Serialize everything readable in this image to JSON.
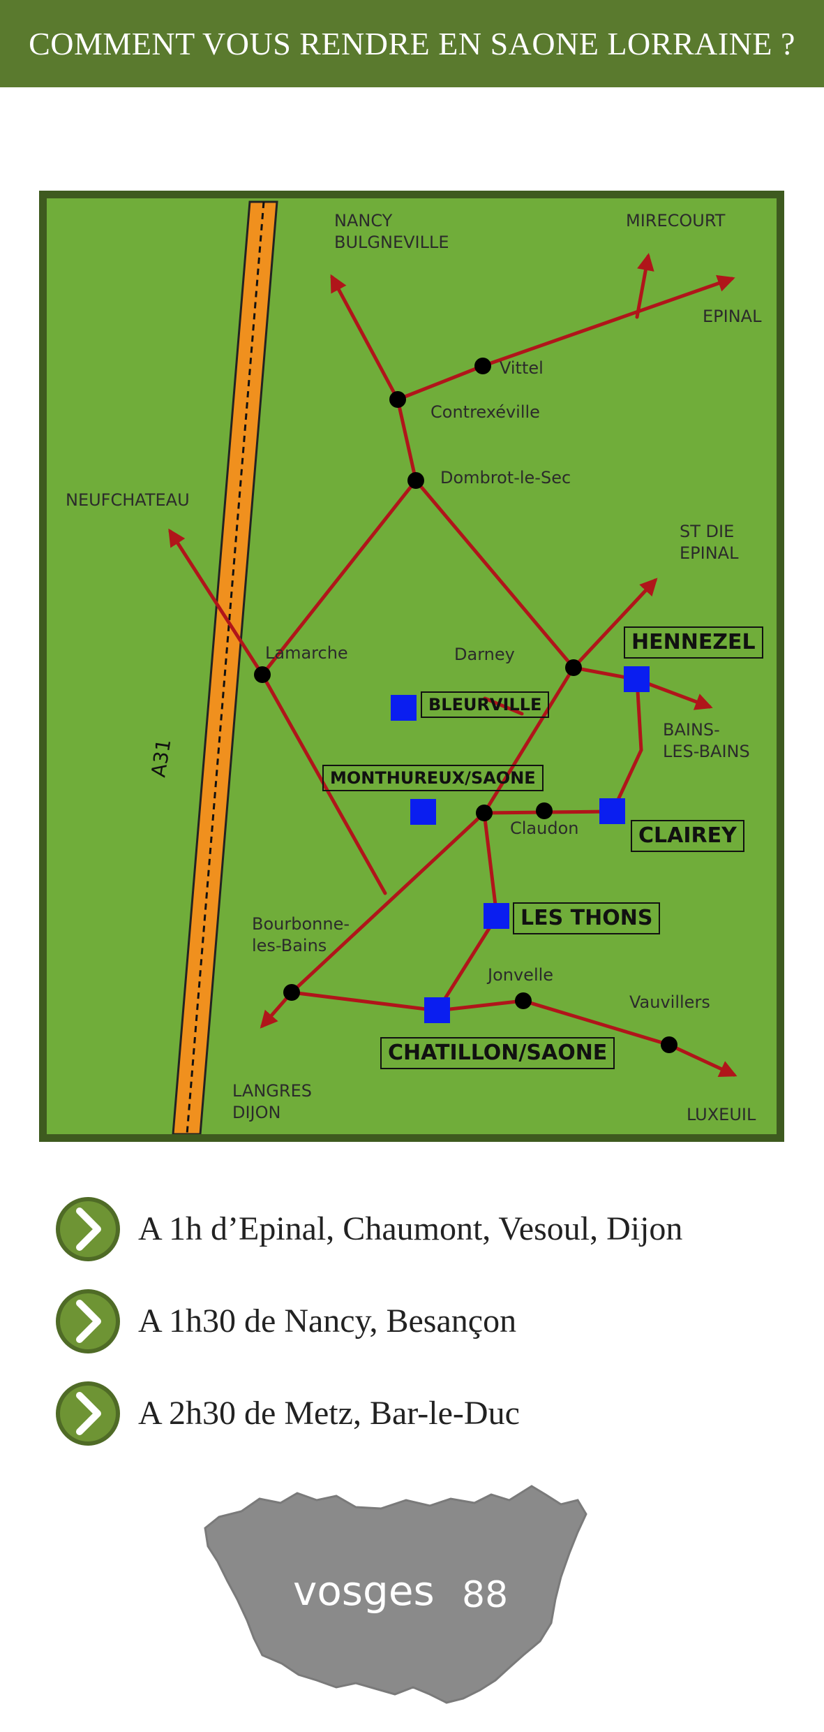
{
  "header": {
    "title": "COMMENT VOUS RENDRE EN SAONE LORRAINE ?"
  },
  "map": {
    "highway": "A31",
    "directions": {
      "nancy_bulgneville": "NANCY\nBULGNEVILLE",
      "mirecourt": "MIRECOURT",
      "epinal": "EPINAL",
      "neufchateau": "NEUFCHATEAU",
      "st_die_epinal": "ST DIE\nEPINAL",
      "bains_les_bains": "BAINS-\nLES-BAINS",
      "langres_dijon": "LANGRES\nDIJON",
      "luxeuil": "LUXEUIL"
    },
    "places": {
      "vittel": "Vittel",
      "contrexeville": "Contrexéville",
      "dombrot": "Dombrot-le-Sec",
      "lamarche": "Lamarche",
      "darney": "Darney",
      "claudon": "Claudon",
      "bourbonne": "Bourbonne-\nles-Bains",
      "jonvelle": "Jonvelle",
      "vauvillers": "Vauvillers"
    },
    "towns": {
      "hennezel": "HENNEZEL",
      "bleurville": "BLEURVILLE",
      "monthureux": "MONTHUREUX/SAONE",
      "clairey": "CLAIREY",
      "les_thons": "LES THONS",
      "chatillon": "CHATILLON/SAONE"
    },
    "colors": {
      "background": "#70ad3a",
      "road": "#b0151a",
      "highway": "#f0901e",
      "town_marker": "#0a1ef0"
    }
  },
  "info": [
    {
      "text": "A 1h d’Epinal, Chaumont, Vesoul, Dijon"
    },
    {
      "text": "A 1h30 de Nancy, Besançon"
    },
    {
      "text": "A 2h30 de Metz, Bar-le-Duc"
    }
  ],
  "department": {
    "name": "vosges",
    "number": "88"
  }
}
